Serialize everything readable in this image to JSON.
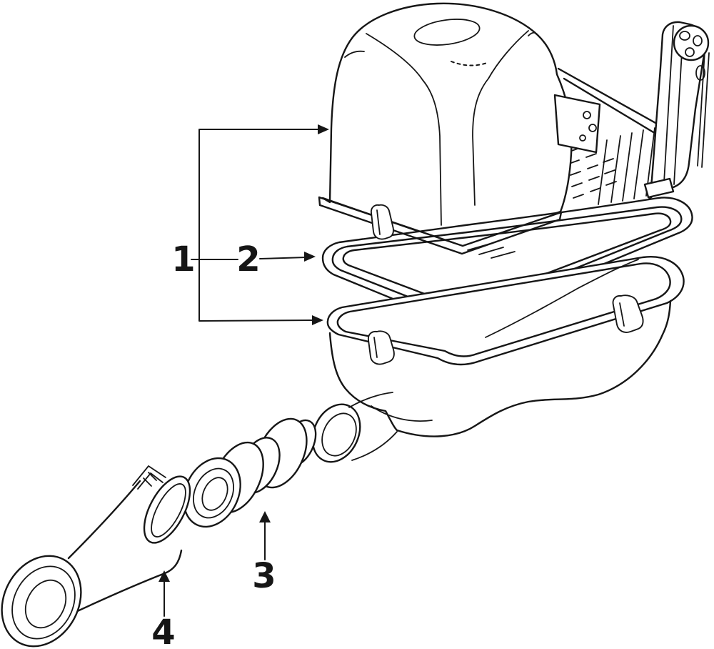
{
  "colors": {
    "background": "#ffffff",
    "ink": "#161616"
  },
  "callouts": {
    "c1": {
      "label": "1"
    },
    "c2": {
      "label": "2"
    },
    "c3": {
      "label": "3"
    },
    "c4": {
      "label": "4"
    }
  }
}
